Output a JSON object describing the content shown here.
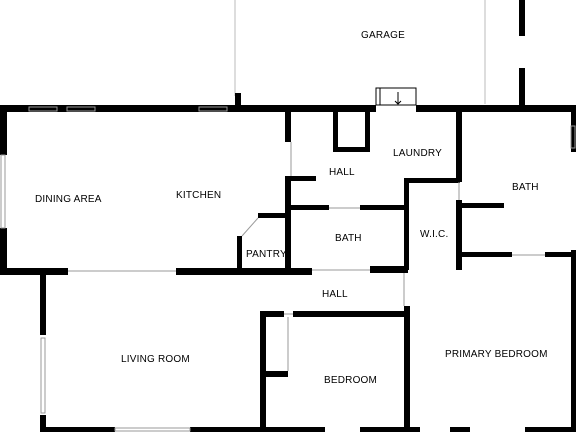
{
  "rooms": {
    "garage": "GARAGE",
    "laundry": "LAUNDRY",
    "hall_upper": "HALL",
    "dining_area": "DINING AREA",
    "kitchen": "KITCHEN",
    "bath_right": "BATH",
    "bath_center": "BATH",
    "wic": "W.I.C.",
    "pantry": "PANTRY",
    "hall_lower": "HALL",
    "living_room": "LIVING ROOM",
    "bedroom": "BEDROOM",
    "primary_bedroom": "PRIMARY BEDROOM"
  },
  "colors": {
    "wall": "#000000",
    "window": "#9a9a9a",
    "background": "#ffffff"
  }
}
